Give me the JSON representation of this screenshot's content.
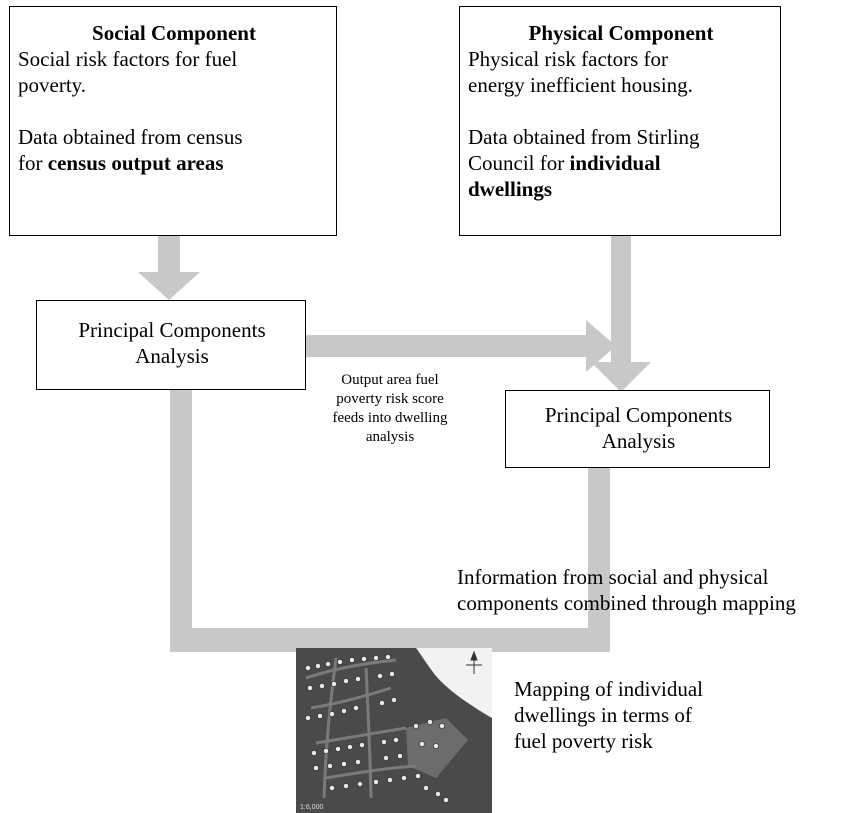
{
  "social": {
    "title": "Social Component",
    "line1": "Social risk factors for fuel",
    "line2": "poverty.",
    "line3": "Data obtained from census",
    "line4_prefix": "for ",
    "line4_bold": "census output areas"
  },
  "physical": {
    "title": "Physical Component",
    "line1": "Physical risk factors for",
    "line2": "energy inefficient housing.",
    "line3": "Data obtained from Stirling",
    "line4_prefix": "Council for ",
    "line4_bold": "individual",
    "line5_bold": "dwellings"
  },
  "pca_left": {
    "line1": "Principal Components",
    "line2": "Analysis"
  },
  "pca_right": {
    "line1": "Principal Components",
    "line2": "Analysis"
  },
  "feed_note": {
    "line1": "Output area fuel",
    "line2": "poverty risk score",
    "line3": "feeds into dwelling",
    "line4": "analysis"
  },
  "combined_note": {
    "line1": "Information from social and physical",
    "line2": "components combined through mapping"
  },
  "map_note": {
    "line1": "Mapping of individual",
    "line2": "dwellings in terms of",
    "line3": "fuel poverty risk"
  },
  "map_scale": "1:6,000",
  "colors": {
    "arrow": "#c8c8c8",
    "border": "#000000",
    "map_dark": "#4a4a4a",
    "map_mid": "#5e5e5e",
    "map_light": "#8c8c8c"
  }
}
